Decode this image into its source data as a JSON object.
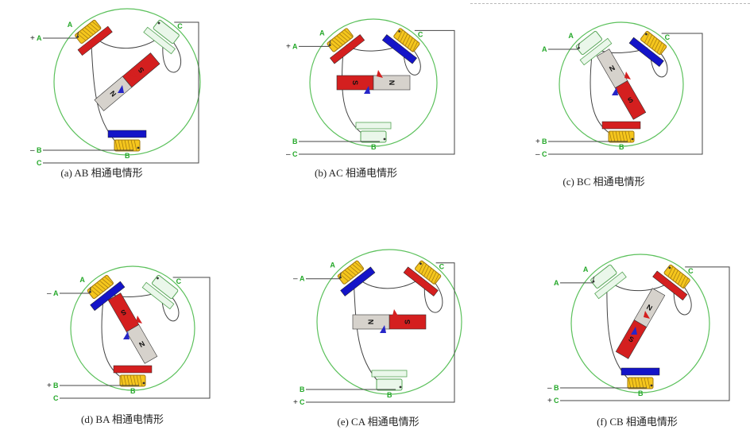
{
  "figure": {
    "colors": {
      "circle": "#5cc15c",
      "wire": "#444444",
      "coil_fill": "#f5c61d",
      "coil_edge": "#a07810",
      "coil_off": "#eaf7ea",
      "coil_off_edge": "#55a555",
      "south": "#d41f1f",
      "north": "#d6d2cc",
      "bar_on": "#1414c8",
      "bar_red": "#d41f1f",
      "label_green": "#25a82a",
      "arrow_blue": "#2626c8",
      "arrow_red": "#d41f1f"
    },
    "panels": [
      {
        "id": "a",
        "caption": "(a) AB 相通电情形",
        "terminals": {
          "A": {
            "label": "A",
            "sign": "+"
          },
          "B": {
            "label": "B",
            "sign": "–"
          },
          "C": {
            "label": "C",
            "sign": ""
          }
        },
        "coils": {
          "A": "on",
          "B": "on",
          "C": "off"
        },
        "bars": {
          "A": "red",
          "B": "blue",
          "C": "none"
        },
        "rotor_angle_deg": 140,
        "rotor_poles": [
          "S",
          "N"
        ]
      },
      {
        "id": "b",
        "caption": "(b) AC 相通电情形",
        "terminals": {
          "A": {
            "label": "A",
            "sign": "+"
          },
          "B": {
            "label": "B",
            "sign": ""
          },
          "C": {
            "label": "C",
            "sign": "–"
          }
        },
        "coils": {
          "A": "on",
          "B": "off",
          "C": "on"
        },
        "bars": {
          "A": "red",
          "B": "none",
          "C": "blue"
        },
        "rotor_angle_deg": 0,
        "rotor_poles": [
          "S",
          "N"
        ]
      },
      {
        "id": "c",
        "caption": "(c) BC 相通电情形",
        "terminals": {
          "A": {
            "label": "A",
            "sign": ""
          },
          "B": {
            "label": "B",
            "sign": "+"
          },
          "C": {
            "label": "C",
            "sign": "–"
          }
        },
        "coils": {
          "A": "off",
          "B": "on",
          "C": "on"
        },
        "bars": {
          "A": "none",
          "B": "red",
          "C": "blue"
        },
        "rotor_angle_deg": -120,
        "rotor_poles": [
          "S",
          "N"
        ]
      },
      {
        "id": "d",
        "caption": "(d) BA  相通电情形",
        "terminals": {
          "A": {
            "label": "A",
            "sign": "–"
          },
          "B": {
            "label": "B",
            "sign": "+"
          },
          "C": {
            "label": "C",
            "sign": ""
          }
        },
        "coils": {
          "A": "on",
          "B": "on",
          "C": "off"
        },
        "bars": {
          "A": "blue",
          "B": "red",
          "C": "none"
        },
        "rotor_angle_deg": 60,
        "rotor_poles": [
          "S",
          "N"
        ]
      },
      {
        "id": "e",
        "caption": "(e) CA  相通电情形",
        "terminals": {
          "A": {
            "label": "A",
            "sign": "–"
          },
          "B": {
            "label": "B",
            "sign": ""
          },
          "C": {
            "label": "C",
            "sign": "+"
          }
        },
        "coils": {
          "A": "on",
          "B": "off",
          "C": "on"
        },
        "bars": {
          "A": "blue",
          "B": "none",
          "C": "red"
        },
        "rotor_angle_deg": 180,
        "rotor_poles": [
          "S",
          "N"
        ]
      },
      {
        "id": "f",
        "caption": "(f) CB 相通电情形",
        "terminals": {
          "A": {
            "label": "A",
            "sign": ""
          },
          "B": {
            "label": "B",
            "sign": "–"
          },
          "C": {
            "label": "C",
            "sign": "+"
          }
        },
        "coils": {
          "A": "off",
          "B": "on",
          "C": "on"
        },
        "bars": {
          "A": "none",
          "B": "blue",
          "C": "red"
        },
        "rotor_angle_deg": -60,
        "rotor_poles": [
          "S",
          "N"
        ]
      }
    ]
  }
}
